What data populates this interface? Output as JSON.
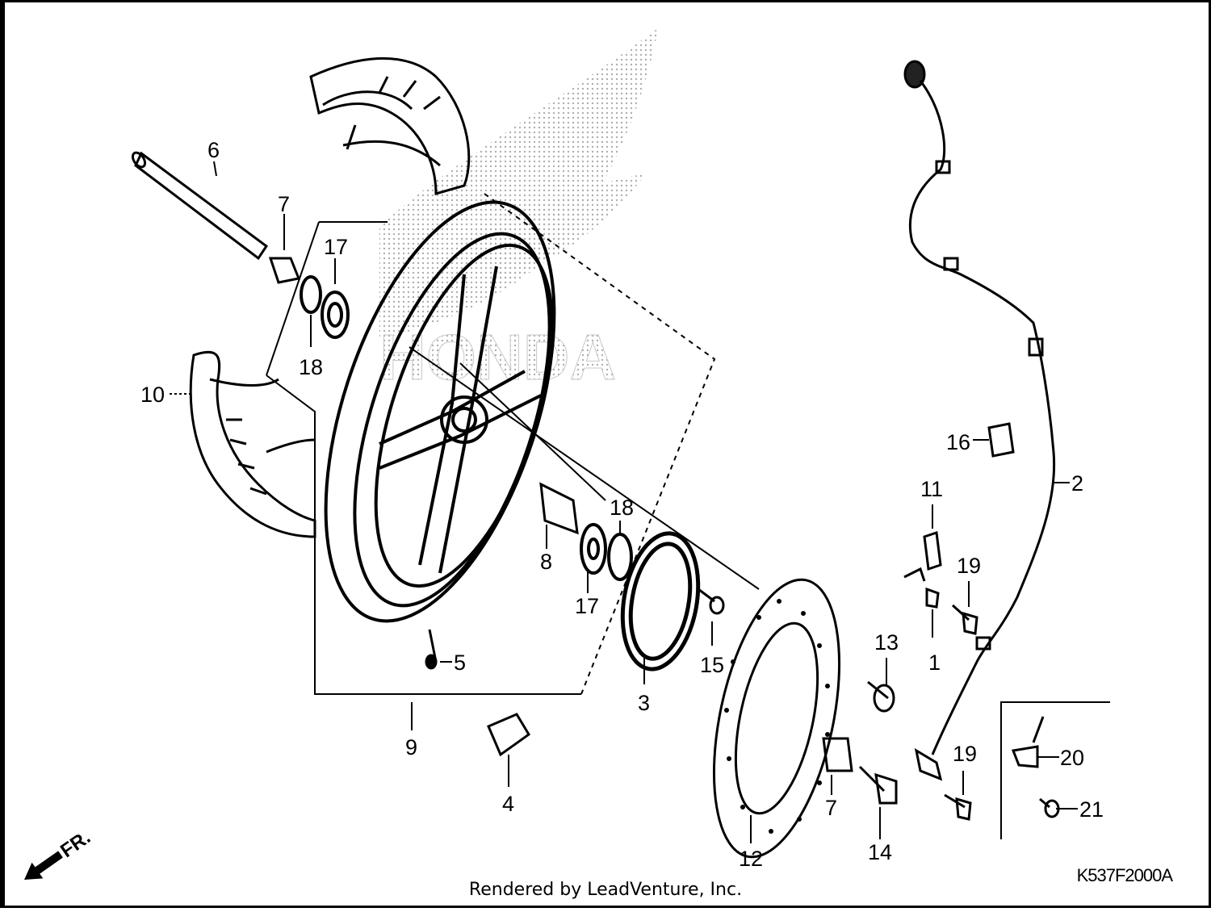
{
  "callouts": [
    {
      "id": "c1",
      "text": "1"
    },
    {
      "id": "c2",
      "text": "2"
    },
    {
      "id": "c3",
      "text": "3"
    },
    {
      "id": "c4",
      "text": "4"
    },
    {
      "id": "c5",
      "text": "5"
    },
    {
      "id": "c6",
      "text": "6"
    },
    {
      "id": "c7a",
      "text": "7"
    },
    {
      "id": "c7b",
      "text": "7"
    },
    {
      "id": "c8",
      "text": "8"
    },
    {
      "id": "c9",
      "text": "9"
    },
    {
      "id": "c10",
      "text": "10"
    },
    {
      "id": "c11",
      "text": "11"
    },
    {
      "id": "c12",
      "text": "12"
    },
    {
      "id": "c13",
      "text": "13"
    },
    {
      "id": "c14",
      "text": "14"
    },
    {
      "id": "c15",
      "text": "15"
    },
    {
      "id": "c16",
      "text": "16"
    },
    {
      "id": "c17a",
      "text": "17"
    },
    {
      "id": "c17b",
      "text": "17"
    },
    {
      "id": "c18a",
      "text": "18"
    },
    {
      "id": "c18b",
      "text": "18"
    },
    {
      "id": "c19a",
      "text": "19"
    },
    {
      "id": "c19b",
      "text": "19"
    },
    {
      "id": "c20",
      "text": "20"
    },
    {
      "id": "c21",
      "text": "21"
    }
  ],
  "direction_label": "FR.",
  "diagram_code": "K537F2000A",
  "footer": "Rendered by LeadVenture, Inc.",
  "watermark_text": "HONDA"
}
